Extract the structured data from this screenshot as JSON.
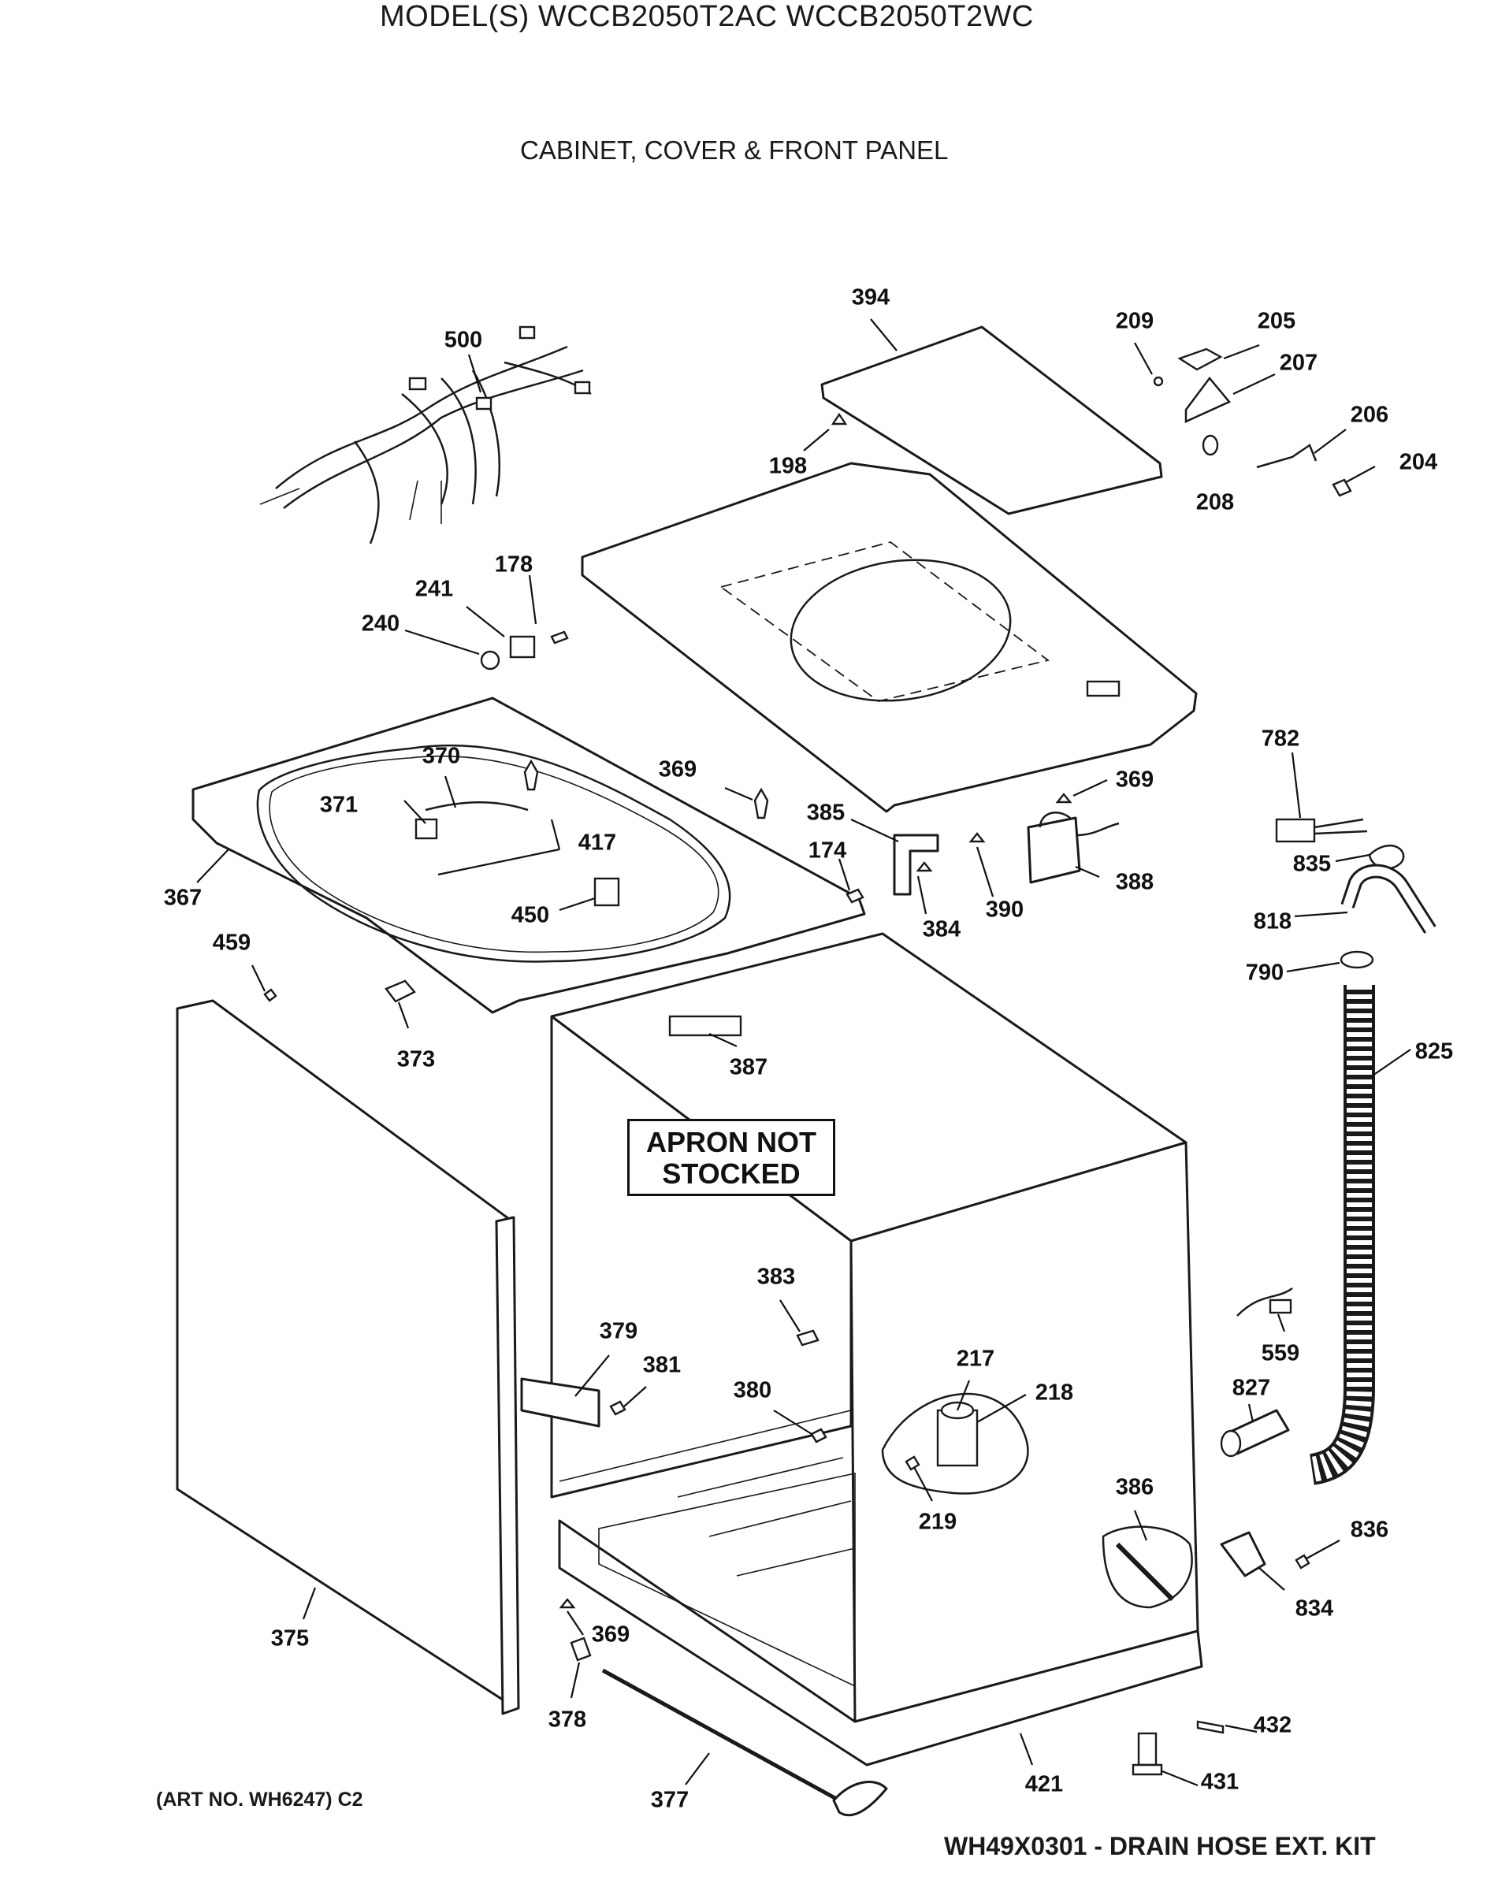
{
  "header": {
    "model": "MODEL(S) WCCB2050T2AC  WCCB2050T2WC",
    "section": "CABINET, COVER & FRONT PANEL"
  },
  "note": {
    "line1": "APRON NOT",
    "line2": "STOCKED"
  },
  "footer": {
    "art_number": "(ART NO. WH6247) C2",
    "kit": "WH49X0301 - DRAIN HOSE EXT. KIT"
  },
  "callouts": {
    "c394": "394",
    "c209": "209",
    "c205": "205",
    "c207": "207",
    "c206": "206",
    "c204": "204",
    "c208": "208",
    "c198": "198",
    "c500": "500",
    "c178": "178",
    "c241": "241",
    "c240": "240",
    "c370": "370",
    "c369a": "369",
    "c369b": "369",
    "c369c": "369",
    "c371": "371",
    "c417": "417",
    "c385": "385",
    "c174": "174",
    "c384": "384",
    "c390": "390",
    "c388": "388",
    "c782": "782",
    "c835": "835",
    "c818": "818",
    "c790": "790",
    "c825": "825",
    "c367": "367",
    "c450": "450",
    "c459": "459",
    "c373": "373",
    "c387": "387",
    "c383": "383",
    "c379": "379",
    "c381": "381",
    "c380": "380",
    "c217": "217",
    "c218": "218",
    "c219": "219",
    "c559": "559",
    "c827": "827",
    "c386": "386",
    "c836": "836",
    "c834": "834",
    "c375": "375",
    "c378": "378",
    "c377": "377",
    "c421": "421",
    "c432": "432",
    "c431": "431"
  }
}
